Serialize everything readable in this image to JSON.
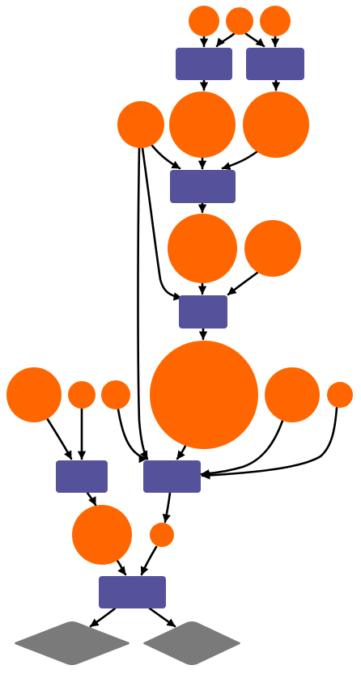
{
  "colors": {
    "circle_node": "#ff6600",
    "process_node": "#55519b",
    "output_node": "#7a7a7a",
    "edge": "#000000",
    "background": "#ffffff"
  },
  "nodes": [
    {
      "id": "c1",
      "kind": "circle"
    },
    {
      "id": "c2",
      "kind": "circle"
    },
    {
      "id": "c3",
      "kind": "circle"
    },
    {
      "id": "p1",
      "kind": "process"
    },
    {
      "id": "p2",
      "kind": "process"
    },
    {
      "id": "c4",
      "kind": "circle"
    },
    {
      "id": "c5",
      "kind": "circle"
    },
    {
      "id": "c6",
      "kind": "circle"
    },
    {
      "id": "p3",
      "kind": "process"
    },
    {
      "id": "c7",
      "kind": "circle"
    },
    {
      "id": "c8",
      "kind": "circle"
    },
    {
      "id": "p4",
      "kind": "process"
    },
    {
      "id": "c9",
      "kind": "circle"
    },
    {
      "id": "c10",
      "kind": "circle"
    },
    {
      "id": "c11",
      "kind": "circle"
    },
    {
      "id": "c12",
      "kind": "circle"
    },
    {
      "id": "c13",
      "kind": "circle"
    },
    {
      "id": "c14",
      "kind": "circle"
    },
    {
      "id": "p5",
      "kind": "process"
    },
    {
      "id": "p6",
      "kind": "process"
    },
    {
      "id": "c15",
      "kind": "circle"
    },
    {
      "id": "c16",
      "kind": "circle"
    },
    {
      "id": "p7",
      "kind": "process"
    },
    {
      "id": "d1",
      "kind": "output"
    },
    {
      "id": "d2",
      "kind": "output"
    }
  ],
  "edges": [
    {
      "from": "c1",
      "to": "p1"
    },
    {
      "from": "c2",
      "to": "p1"
    },
    {
      "from": "c2",
      "to": "p2"
    },
    {
      "from": "c3",
      "to": "p2"
    },
    {
      "from": "p1",
      "to": "c5"
    },
    {
      "from": "p2",
      "to": "c6"
    },
    {
      "from": "c4",
      "to": "p3"
    },
    {
      "from": "c5",
      "to": "p3"
    },
    {
      "from": "c6",
      "to": "p3"
    },
    {
      "from": "p3",
      "to": "c7"
    },
    {
      "from": "c4",
      "to": "p4"
    },
    {
      "from": "c7",
      "to": "p4"
    },
    {
      "from": "c8",
      "to": "p4"
    },
    {
      "from": "p4",
      "to": "c12"
    },
    {
      "from": "c9",
      "to": "p5"
    },
    {
      "from": "c10",
      "to": "p5"
    },
    {
      "from": "c4",
      "to": "p6"
    },
    {
      "from": "c11",
      "to": "p6"
    },
    {
      "from": "c12",
      "to": "p6"
    },
    {
      "from": "c13",
      "to": "p6"
    },
    {
      "from": "c14",
      "to": "p6"
    },
    {
      "from": "p5",
      "to": "c15"
    },
    {
      "from": "p6",
      "to": "c16"
    },
    {
      "from": "c15",
      "to": "p7"
    },
    {
      "from": "c16",
      "to": "p7"
    },
    {
      "from": "p7",
      "to": "d1"
    },
    {
      "from": "p7",
      "to": "d2"
    }
  ]
}
